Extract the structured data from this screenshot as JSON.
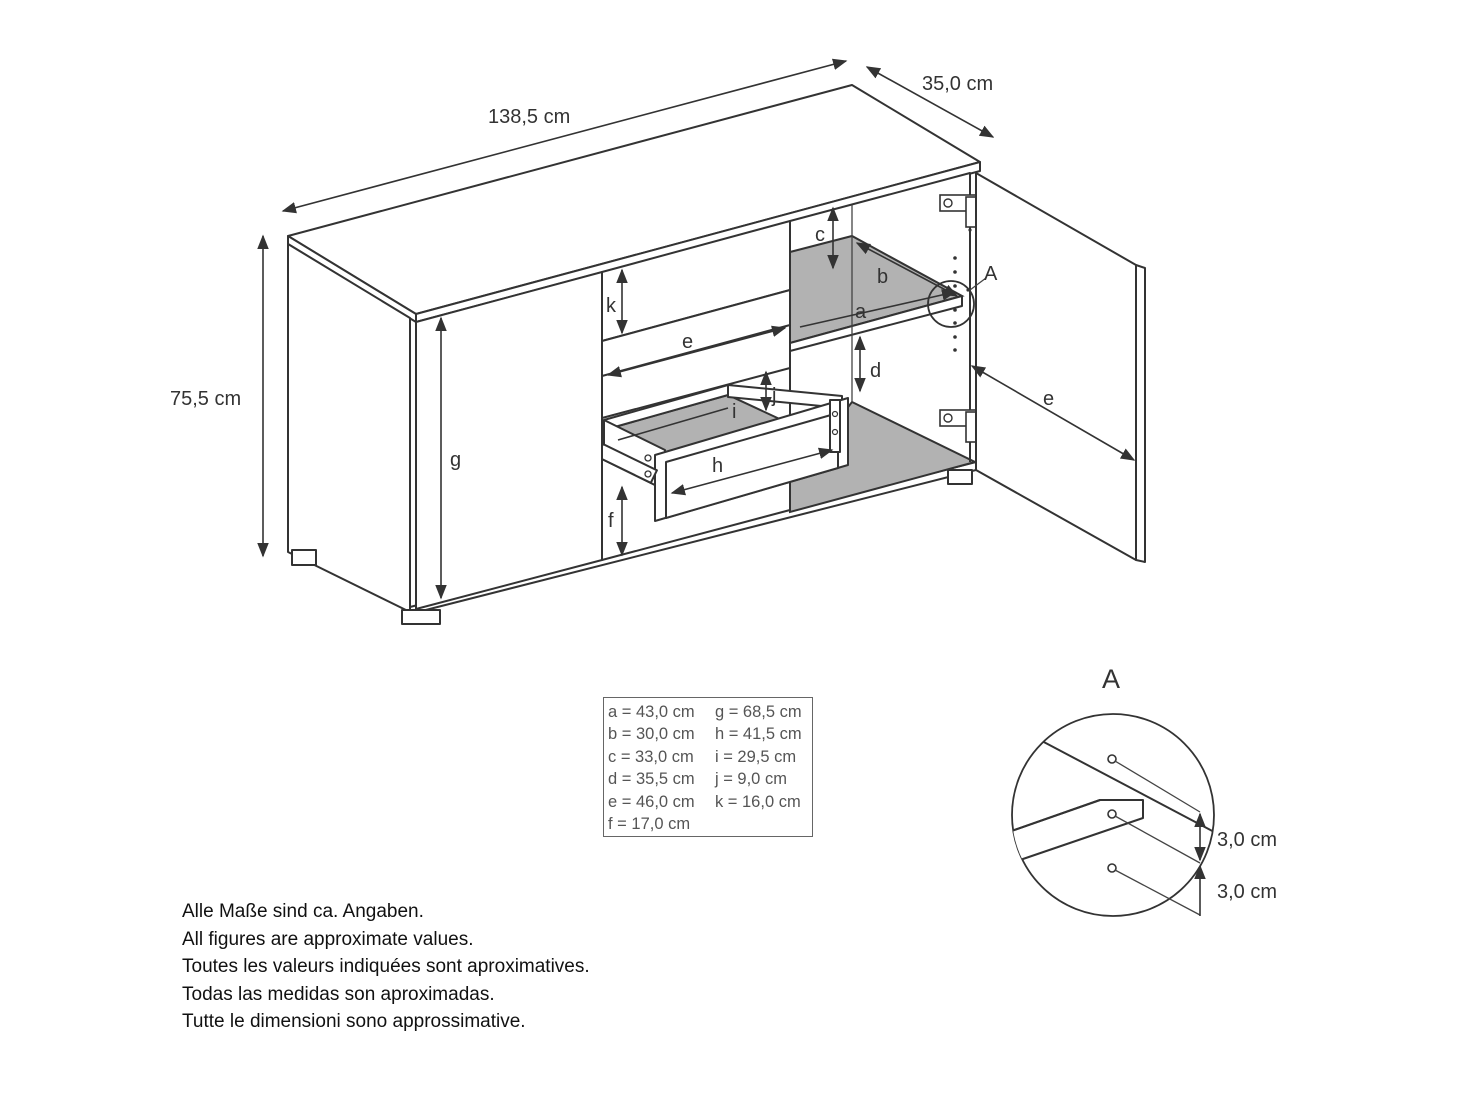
{
  "dimensions": {
    "width": "138,5 cm",
    "depth": "35,0 cm",
    "height": "75,5 cm"
  },
  "part_labels": {
    "a": "a",
    "b": "b",
    "c": "c",
    "d": "d",
    "e": "e",
    "f": "f",
    "g": "g",
    "h": "h",
    "i": "i",
    "j": "j",
    "k": "k"
  },
  "detail": {
    "marker": "A",
    "title": "A",
    "spacing_1": "3,0 cm",
    "spacing_2": "3,0 cm"
  },
  "legend": {
    "rows": [
      [
        "a = 43,0 cm",
        "g = 68,5 cm"
      ],
      [
        "b = 30,0 cm",
        "h = 41,5 cm"
      ],
      [
        "c = 33,0 cm",
        "i  = 29,5 cm"
      ],
      [
        "d = 35,5 cm",
        "j  =   9,0 cm"
      ],
      [
        "e = 46,0 cm",
        "k = 16,0 cm"
      ],
      [
        "f  = 17,0 cm",
        ""
      ]
    ]
  },
  "notes": [
    "Alle Maße sind ca. Angaben.",
    "All figures are approximate values.",
    "Toutes les valeurs indiquées sont aproximatives.",
    "Todas las medidas son aproximadas.",
    "Tutte le dimensioni sono approssimative."
  ]
}
